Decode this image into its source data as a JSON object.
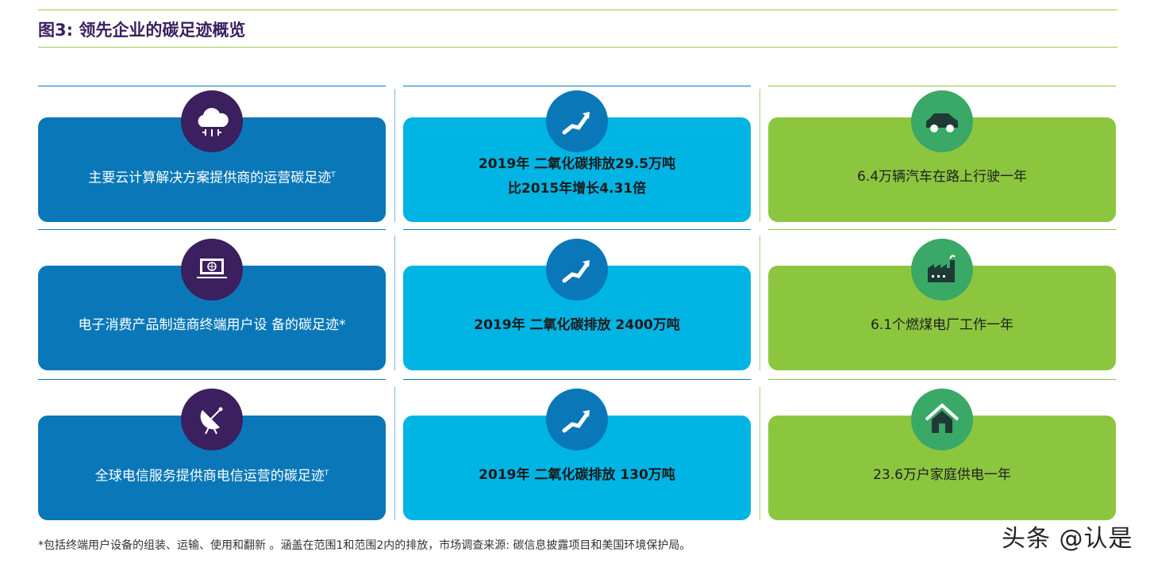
{
  "title": "图3: 领先企业的碳足迹概览",
  "rows": [
    {
      "left": {
        "icon": "cloud-computing-icon",
        "text": "主要云计算解决方案提供商的运营碳足迹",
        "sup": "T"
      },
      "middle": {
        "icon": "rising-trend-icon",
        "line1": "2019年 二氧化碳排放29.5万吨",
        "line2": "比2015年增长4.31倍"
      },
      "right": {
        "icon": "car-icon",
        "text": "6.4万辆汽车在路上行驶一年"
      }
    },
    {
      "left": {
        "icon": "laptop-globe-icon",
        "text": "电子消费产品制造商终端用户设 备的碳足迹*",
        "sup": ""
      },
      "middle": {
        "icon": "rising-trend-icon",
        "line1": "2019年 二氧化碳排放 2400万吨",
        "line2": ""
      },
      "right": {
        "icon": "factory-icon",
        "text": "6.1个燃煤电厂工作一年"
      }
    },
    {
      "left": {
        "icon": "satellite-dish-icon",
        "text": "全球电信服务提供商电信运营的碳足迹",
        "sup": "T"
      },
      "middle": {
        "icon": "rising-trend-icon",
        "line1": "2019年 二氧化碳排放 130万吨",
        "line2": ""
      },
      "right": {
        "icon": "house-icon",
        "text": "23.6万户家庭供电一年"
      }
    }
  ],
  "footnote": "*包括终端用户设备的组装、运输、使用和翻新 。涵盖在范围1和范围2内的排放，市场调查来源: 碳信息披露项目和美国环境保护局。",
  "watermark": "头条 @认是",
  "colors": {
    "blue": "#0a78b8",
    "cyan": "#00b4e4",
    "green": "#8cc63f",
    "purple": "#3b1f5e"
  }
}
